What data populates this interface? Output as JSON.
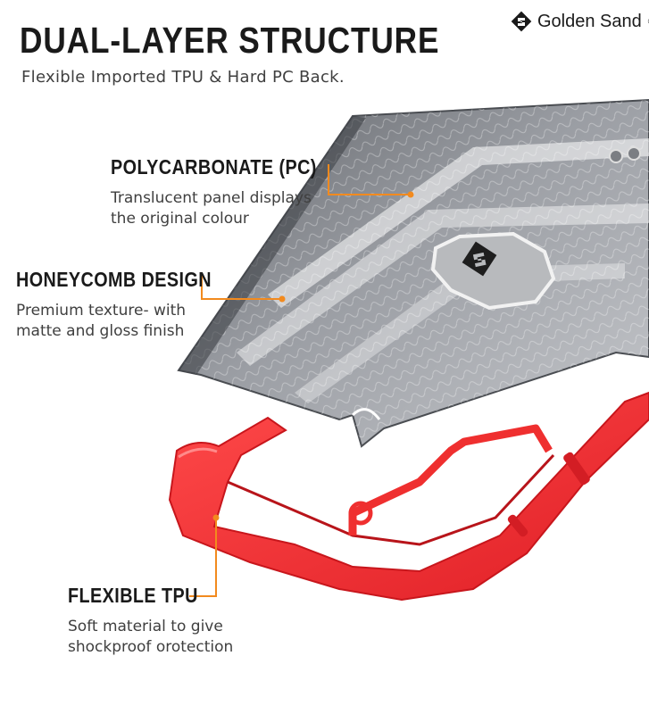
{
  "header": {
    "title": "DUAL-LAYER STRUCTURE",
    "subtitle": "Flexible Imported TPU & Hard PC Back."
  },
  "brand": {
    "name": "Golden Sand",
    "mark": "®"
  },
  "callouts": {
    "polycarbonate": {
      "heading": "POLYCARBONATE (PC)",
      "line1": "Translucent panel displays",
      "line2": "the original colour"
    },
    "honeycomb": {
      "heading": "HONEYCOMB DESIGN",
      "line1": "Premium texture- with",
      "line2": "matte and gloss finish"
    },
    "tpu": {
      "heading": "FLEXIBLE TPU",
      "line1": "Soft material to give",
      "line2": "shockproof orotection"
    }
  },
  "colors": {
    "accent": "#f28a1e",
    "tpu_red": "#ef2f2f",
    "pc_grey": "#8e9197",
    "text_dark": "#1a1a1a"
  },
  "icons": {
    "brand_logo": "golden-sand-logo-icon",
    "case_logo": "golden-sand-emblem-icon"
  }
}
